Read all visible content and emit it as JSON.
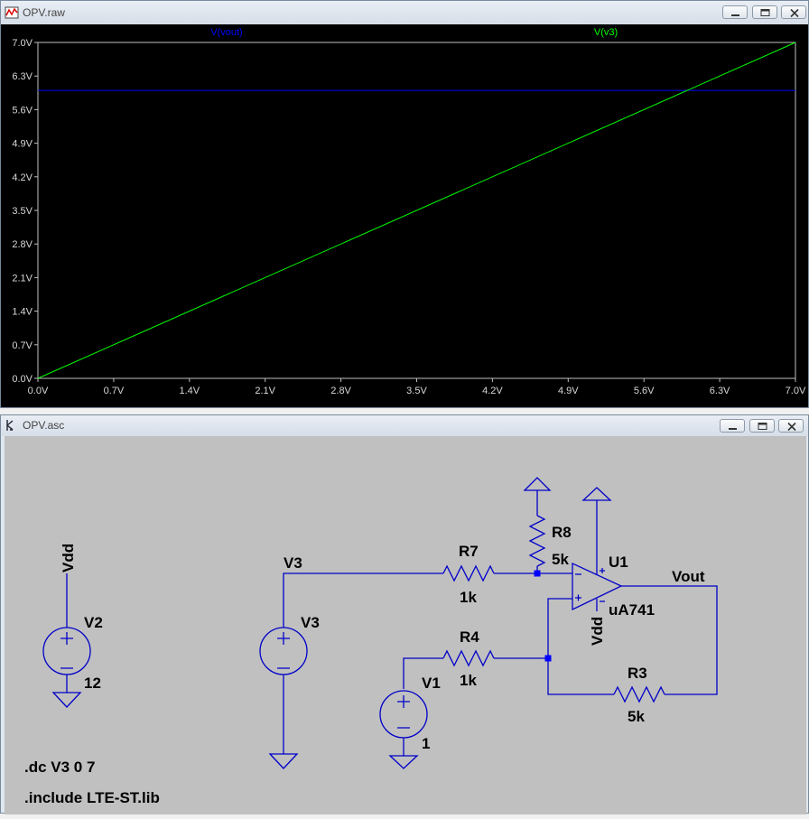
{
  "plot_window": {
    "title": "OPV.raw",
    "icon": "waveform-icon",
    "buttons": [
      "minimize-button",
      "restore-button",
      "close-button"
    ]
  },
  "schematic_window": {
    "title": "OPV.asc",
    "icon": "schematic-icon",
    "buttons": [
      "minimize-button",
      "restore-button",
      "close-button"
    ]
  },
  "chart_data": {
    "type": "line",
    "title": "",
    "xlabel": "",
    "ylabel": "",
    "xlim": [
      0,
      7
    ],
    "ylim": [
      0,
      7
    ],
    "x_ticks": [
      "0.0V",
      "0.7V",
      "1.4V",
      "2.1V",
      "2.8V",
      "3.5V",
      "4.2V",
      "4.9V",
      "5.6V",
      "6.3V",
      "7.0V"
    ],
    "y_ticks": [
      "0.0V",
      "0.7V",
      "1.4V",
      "2.1V",
      "2.8V",
      "3.5V",
      "4.2V",
      "4.9V",
      "5.6V",
      "6.3V",
      "7.0V"
    ],
    "grid": false,
    "legend": "top",
    "series": [
      {
        "name": "V(vout)",
        "color": "#0000ff",
        "x": [
          0,
          7
        ],
        "y": [
          6.0,
          6.0
        ]
      },
      {
        "name": "V(v3)",
        "color": "#00ff00",
        "x": [
          0,
          7
        ],
        "y": [
          0,
          7
        ]
      }
    ]
  },
  "schematic": {
    "labels": {
      "vdd_net": "Vdd",
      "v2": "V2",
      "v2_value": "12",
      "v3_net": "V3",
      "v3": "V3",
      "r7": "R7",
      "r7_value": "1k",
      "r8": "R8",
      "r8_value": "5k",
      "u1": "U1",
      "u1_model": "uA741",
      "u1_vdd": "Vdd",
      "vout_net": "Vout",
      "r4": "R4",
      "r4_value": "1k",
      "v1": "V1",
      "v1_value": "1",
      "r3": "R3",
      "r3_value": "5k"
    },
    "directives": [
      ".dc V3 0 7",
      ".include LTE-ST.lib"
    ]
  }
}
